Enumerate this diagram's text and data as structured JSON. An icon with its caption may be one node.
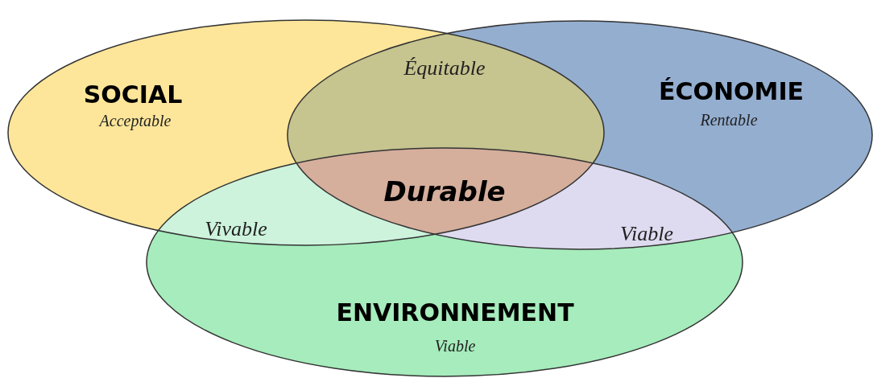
{
  "diagram": {
    "nodes": [
      {
        "text": [
          "SOCIAL",
          "Acceptable"
        ]
      },
      {
        "text": [
          "ÉCONOMIE",
          "Rentable"
        ]
      },
      {
        "text": [
          "ENVIRONNEMENT",
          "Viable"
        ]
      },
      {
        "text": [
          "Équitable"
        ]
      },
      {
        "text": [
          "Vivable"
        ]
      },
      {
        "text": [
          "Viable"
        ]
      },
      {
        "text": [
          "Durable"
        ]
      }
    ]
  }
}
